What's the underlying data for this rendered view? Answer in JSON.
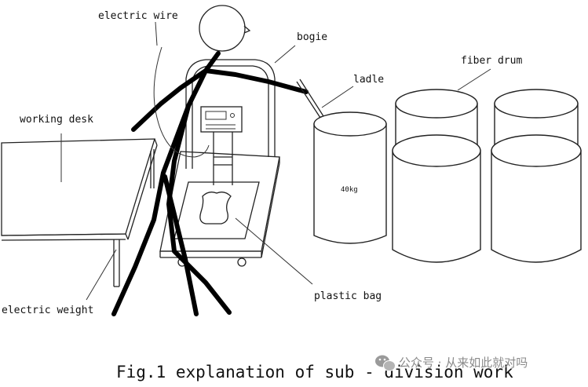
{
  "labels": {
    "electric_wire": "electric wire",
    "bogie": "bogie",
    "ladle": "ladle",
    "fiber_drum": "fiber drum",
    "working_desk": "working desk",
    "weight_40kg": "40kg",
    "plastic_bag": "plastic bag",
    "electric_weight": "electric weight"
  },
  "caption": "Fig.1 explanation of sub - division work",
  "watermark": {
    "text": "公众号 · 从来如此就对吗",
    "icon": "wechat-icon"
  }
}
